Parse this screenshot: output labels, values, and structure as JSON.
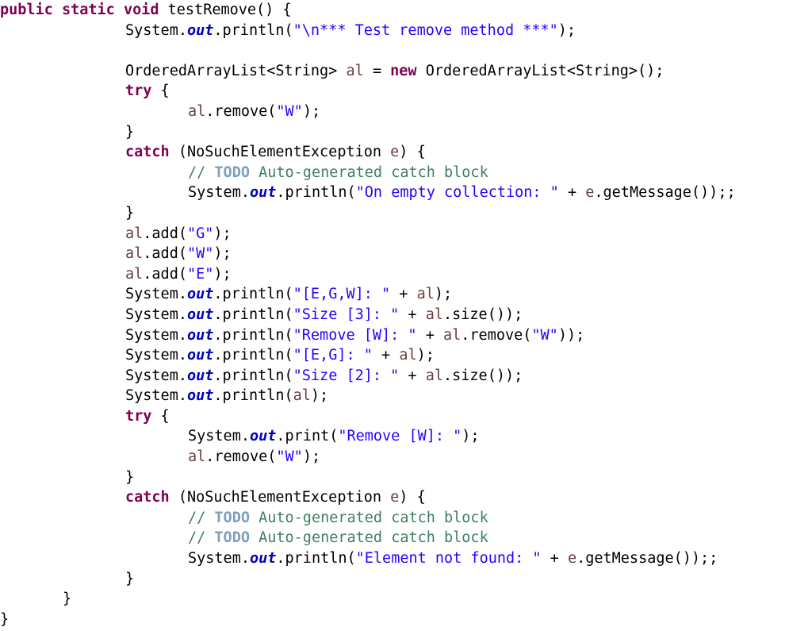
{
  "code": {
    "lines": [
      {
        "indent": 0,
        "tokens": [
          {
            "t": "kw",
            "v": "public"
          },
          {
            "t": "p",
            "v": " "
          },
          {
            "t": "kw",
            "v": "static"
          },
          {
            "t": "p",
            "v": " "
          },
          {
            "t": "kw",
            "v": "void"
          },
          {
            "t": "p",
            "v": " testRemove() {"
          }
        ]
      },
      {
        "indent": 2,
        "tokens": [
          {
            "t": "p",
            "v": "System."
          },
          {
            "t": "fld",
            "v": "out"
          },
          {
            "t": "p",
            "v": ".println("
          },
          {
            "t": "str",
            "v": "\"\\n*** Test remove method ***\""
          },
          {
            "t": "p",
            "v": ");"
          }
        ]
      },
      {
        "indent": 2,
        "tokens": []
      },
      {
        "indent": 2,
        "tokens": [
          {
            "t": "p",
            "v": "OrderedArrayList<String> "
          },
          {
            "t": "var",
            "v": "al"
          },
          {
            "t": "p",
            "v": " = "
          },
          {
            "t": "kw",
            "v": "new"
          },
          {
            "t": "p",
            "v": " OrderedArrayList<String>();"
          }
        ]
      },
      {
        "indent": 2,
        "tokens": [
          {
            "t": "kw",
            "v": "try"
          },
          {
            "t": "p",
            "v": " {"
          }
        ]
      },
      {
        "indent": 3,
        "tokens": [
          {
            "t": "var",
            "v": "al"
          },
          {
            "t": "p",
            "v": ".remove("
          },
          {
            "t": "str",
            "v": "\"W\""
          },
          {
            "t": "p",
            "v": ");"
          }
        ]
      },
      {
        "indent": 2,
        "tokens": [
          {
            "t": "p",
            "v": "}"
          }
        ]
      },
      {
        "indent": 2,
        "tokens": [
          {
            "t": "kw",
            "v": "catch"
          },
          {
            "t": "p",
            "v": " (NoSuchElementException "
          },
          {
            "t": "var",
            "v": "e"
          },
          {
            "t": "p",
            "v": ") {"
          }
        ]
      },
      {
        "indent": 3,
        "tokens": [
          {
            "t": "cmt",
            "v": "// "
          },
          {
            "t": "todo",
            "v": "TODO"
          },
          {
            "t": "cmt",
            "v": " Auto-generated catch block"
          }
        ]
      },
      {
        "indent": 3,
        "tokens": [
          {
            "t": "p",
            "v": "System."
          },
          {
            "t": "fld",
            "v": "out"
          },
          {
            "t": "p",
            "v": ".println("
          },
          {
            "t": "str",
            "v": "\"On empty collection: \""
          },
          {
            "t": "p",
            "v": " + "
          },
          {
            "t": "var",
            "v": "e"
          },
          {
            "t": "p",
            "v": ".getMessage());;"
          }
        ]
      },
      {
        "indent": 2,
        "tokens": [
          {
            "t": "p",
            "v": "}"
          }
        ]
      },
      {
        "indent": 2,
        "tokens": [
          {
            "t": "var",
            "v": "al"
          },
          {
            "t": "p",
            "v": ".add("
          },
          {
            "t": "str",
            "v": "\"G\""
          },
          {
            "t": "p",
            "v": ");"
          }
        ]
      },
      {
        "indent": 2,
        "tokens": [
          {
            "t": "var",
            "v": "al"
          },
          {
            "t": "p",
            "v": ".add("
          },
          {
            "t": "str",
            "v": "\"W\""
          },
          {
            "t": "p",
            "v": ");"
          }
        ]
      },
      {
        "indent": 2,
        "tokens": [
          {
            "t": "var",
            "v": "al"
          },
          {
            "t": "p",
            "v": ".add("
          },
          {
            "t": "str",
            "v": "\"E\""
          },
          {
            "t": "p",
            "v": ");"
          }
        ]
      },
      {
        "indent": 2,
        "tokens": [
          {
            "t": "p",
            "v": "System."
          },
          {
            "t": "fld",
            "v": "out"
          },
          {
            "t": "p",
            "v": ".println("
          },
          {
            "t": "str",
            "v": "\"[E,G,W]: \""
          },
          {
            "t": "p",
            "v": " + "
          },
          {
            "t": "var",
            "v": "al"
          },
          {
            "t": "p",
            "v": ");"
          }
        ]
      },
      {
        "indent": 2,
        "tokens": [
          {
            "t": "p",
            "v": "System."
          },
          {
            "t": "fld",
            "v": "out"
          },
          {
            "t": "p",
            "v": ".println("
          },
          {
            "t": "str",
            "v": "\"Size [3]: \""
          },
          {
            "t": "p",
            "v": " + "
          },
          {
            "t": "var",
            "v": "al"
          },
          {
            "t": "p",
            "v": ".size());"
          }
        ]
      },
      {
        "indent": 2,
        "tokens": [
          {
            "t": "p",
            "v": "System."
          },
          {
            "t": "fld",
            "v": "out"
          },
          {
            "t": "p",
            "v": ".println("
          },
          {
            "t": "str",
            "v": "\"Remove [W]: \""
          },
          {
            "t": "p",
            "v": " + "
          },
          {
            "t": "var",
            "v": "al"
          },
          {
            "t": "p",
            "v": ".remove("
          },
          {
            "t": "str",
            "v": "\"W\""
          },
          {
            "t": "p",
            "v": "));"
          }
        ]
      },
      {
        "indent": 2,
        "tokens": [
          {
            "t": "p",
            "v": "System."
          },
          {
            "t": "fld",
            "v": "out"
          },
          {
            "t": "p",
            "v": ".println("
          },
          {
            "t": "str",
            "v": "\"[E,G]: \""
          },
          {
            "t": "p",
            "v": " + "
          },
          {
            "t": "var",
            "v": "al"
          },
          {
            "t": "p",
            "v": ");"
          }
        ]
      },
      {
        "indent": 2,
        "tokens": [
          {
            "t": "p",
            "v": "System."
          },
          {
            "t": "fld",
            "v": "out"
          },
          {
            "t": "p",
            "v": ".println("
          },
          {
            "t": "str",
            "v": "\"Size [2]: \""
          },
          {
            "t": "p",
            "v": " + "
          },
          {
            "t": "var",
            "v": "al"
          },
          {
            "t": "p",
            "v": ".size());"
          }
        ]
      },
      {
        "indent": 2,
        "tokens": [
          {
            "t": "p",
            "v": "System."
          },
          {
            "t": "fld",
            "v": "out"
          },
          {
            "t": "p",
            "v": ".println("
          },
          {
            "t": "var",
            "v": "al"
          },
          {
            "t": "p",
            "v": ");"
          }
        ]
      },
      {
        "indent": 2,
        "tokens": [
          {
            "t": "kw",
            "v": "try"
          },
          {
            "t": "p",
            "v": " {"
          }
        ]
      },
      {
        "indent": 3,
        "tokens": [
          {
            "t": "p",
            "v": "System."
          },
          {
            "t": "fld",
            "v": "out"
          },
          {
            "t": "p",
            "v": ".print("
          },
          {
            "t": "str",
            "v": "\"Remove [W]: \""
          },
          {
            "t": "p",
            "v": ");"
          }
        ]
      },
      {
        "indent": 3,
        "tokens": [
          {
            "t": "var",
            "v": "al"
          },
          {
            "t": "p",
            "v": ".remove("
          },
          {
            "t": "str",
            "v": "\"W\""
          },
          {
            "t": "p",
            "v": ");"
          }
        ]
      },
      {
        "indent": 2,
        "tokens": [
          {
            "t": "p",
            "v": "}"
          }
        ]
      },
      {
        "indent": 2,
        "tokens": [
          {
            "t": "kw",
            "v": "catch"
          },
          {
            "t": "p",
            "v": " (NoSuchElementException "
          },
          {
            "t": "var",
            "v": "e"
          },
          {
            "t": "p",
            "v": ") {"
          }
        ]
      },
      {
        "indent": 3,
        "tokens": [
          {
            "t": "cmt",
            "v": "// "
          },
          {
            "t": "todo",
            "v": "TODO"
          },
          {
            "t": "cmt",
            "v": " Auto-generated catch block"
          }
        ]
      },
      {
        "indent": 3,
        "tokens": [
          {
            "t": "cmt",
            "v": "// "
          },
          {
            "t": "todo",
            "v": "TODO"
          },
          {
            "t": "cmt",
            "v": " Auto-generated catch block"
          }
        ]
      },
      {
        "indent": 3,
        "tokens": [
          {
            "t": "p",
            "v": "System."
          },
          {
            "t": "fld",
            "v": "out"
          },
          {
            "t": "p",
            "v": ".println("
          },
          {
            "t": "str",
            "v": "\"Element not found: \""
          },
          {
            "t": "p",
            "v": " + "
          },
          {
            "t": "var",
            "v": "e"
          },
          {
            "t": "p",
            "v": ".getMessage());;"
          }
        ]
      },
      {
        "indent": 2,
        "tokens": [
          {
            "t": "p",
            "v": "}"
          }
        ]
      },
      {
        "indent": 1,
        "tokens": [
          {
            "t": "p",
            "v": "}"
          }
        ]
      },
      {
        "indent": 0,
        "tokens": [
          {
            "t": "p",
            "v": "}"
          }
        ]
      }
    ]
  }
}
